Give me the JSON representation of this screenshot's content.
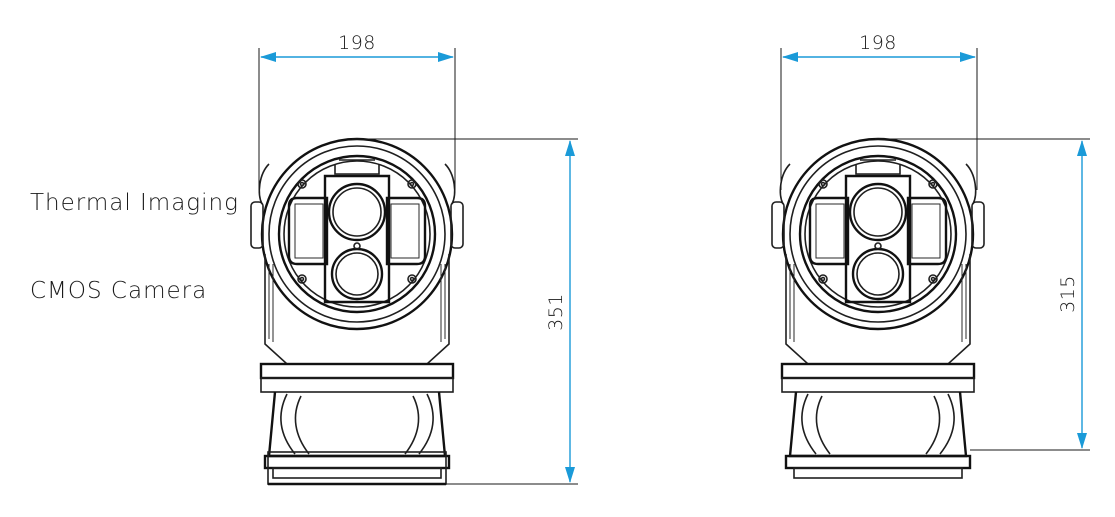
{
  "labels": {
    "thermal": "Thermal Imaging",
    "cmos": "CMOS Camera"
  },
  "left_view": {
    "width_dim": "198",
    "height_dim": "351"
  },
  "right_view": {
    "width_dim": "198",
    "height_dim": "315"
  },
  "colors": {
    "arrow": "#1a9ad8",
    "line": "#1f1f1f"
  }
}
